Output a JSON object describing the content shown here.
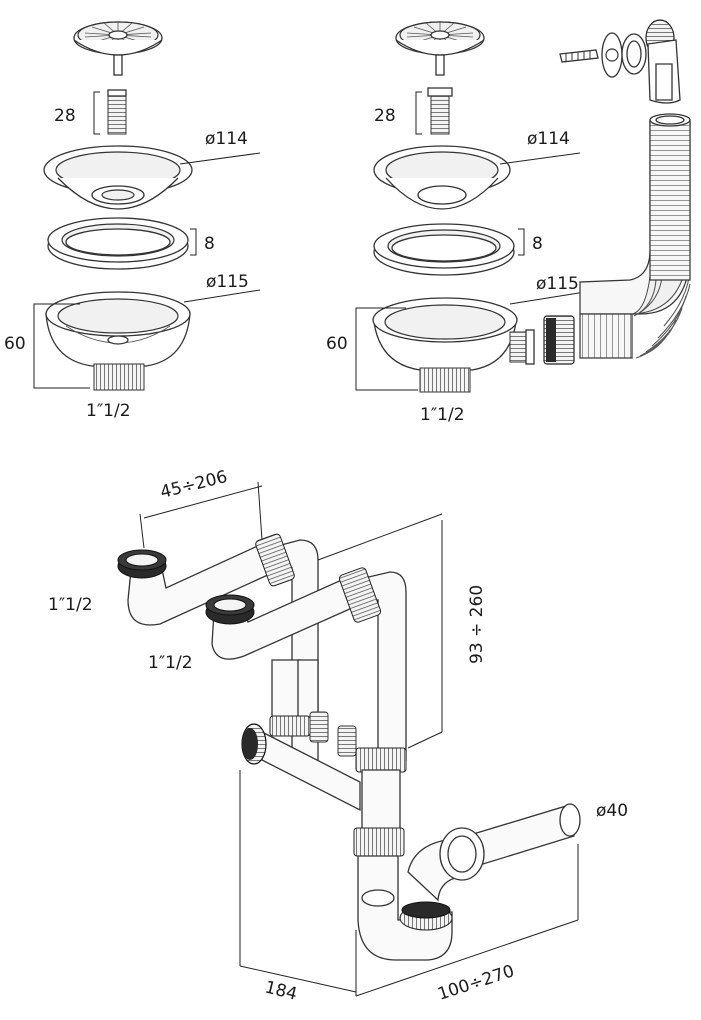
{
  "labels": {
    "left_strainer_height": "28",
    "left_basket_dia": "ø114",
    "left_flange_thickness": "8",
    "left_body_dia": "ø115",
    "left_total_height": "60",
    "left_thread": "1″1/2",
    "right_strainer_height": "28",
    "right_basket_dia": "ø114",
    "right_flange_thickness": "8",
    "right_body_dia": "ø115",
    "right_total_height": "60",
    "right_thread": "1″1/2",
    "trap_inlet_spacing": "45÷206",
    "trap_inlet_thread_1": "1″1/2",
    "trap_inlet_thread_2": "1″1/2",
    "trap_height": "93 ÷ 260",
    "trap_outlet_dia": "ø40",
    "trap_depth": "184",
    "trap_outlet_length": "100÷270"
  }
}
